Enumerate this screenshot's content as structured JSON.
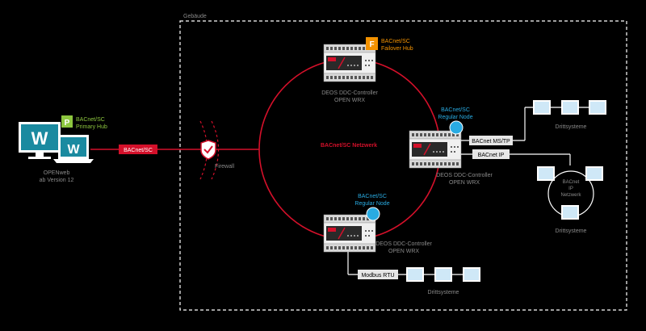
{
  "building_label": "Gebäude",
  "network_label": "BACnet/SC Netzwerk",
  "firewall_label": "Firewall",
  "bacnet_sc_link_label": "BACnet/SC",
  "workstation": {
    "name_line1": "OPENweb",
    "name_line2": "ab Version 12",
    "logo_letter": "W",
    "badge_letter": "P",
    "role_line1": "BACnet/SC",
    "role_line2": "Primary Hub"
  },
  "failover_controller": {
    "badge_letter": "F",
    "role_line1": "BACnet/SC",
    "role_line2": "Failover Hub",
    "name_line1": "DEOS DDC-Controller",
    "name_line2": "OPEN WRX"
  },
  "right_controller": {
    "role_line1": "BACnet/SC",
    "role_line2": "Regular Node",
    "name_line1": "DEOS DDC-Controller",
    "name_line2": "OPEN WRX",
    "mstp_label": "BACnet MS/TP",
    "ip_label": "BACnet IP"
  },
  "bottom_controller": {
    "role_line1": "BACnet/SC",
    "role_line2": "Regular Node",
    "name_line1": "DEOS DDC-Controller",
    "name_line2": "OPEN WRX",
    "modbus_label": "Modbus RTU"
  },
  "third_party_label": "Drittsysteme",
  "ip_network_label_line1": "BACnet",
  "ip_network_label_line2": "IP",
  "ip_network_label_line3": "Netzwerk",
  "device_brand": "DEOS",
  "colors": {
    "accent_red": "#d4102a",
    "primary_green": "#8dc63f",
    "failover_orange": "#f39200",
    "node_blue": "#29abe2",
    "text_gray": "#8a8a8a",
    "screen_teal": "#1a8aa0"
  }
}
